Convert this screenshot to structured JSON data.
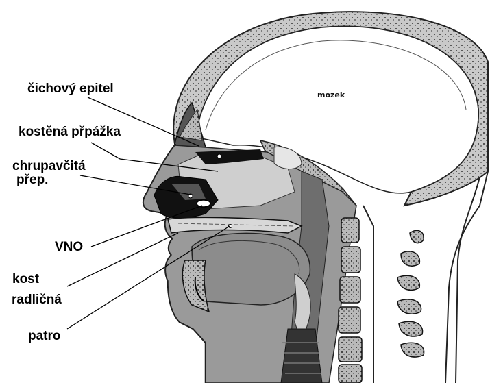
{
  "labels": {
    "olfactory_epithelium": "čichový epitel",
    "bony_septum": "kostěná přpážka",
    "cartilage_septum_line1": "chrupavčitá",
    "cartilage_septum_line2": "přep.",
    "vno": "VNO",
    "vomer_line1": "kost",
    "vomer_line2": "radličná",
    "palate": "patro",
    "brain": "mozek"
  }
}
